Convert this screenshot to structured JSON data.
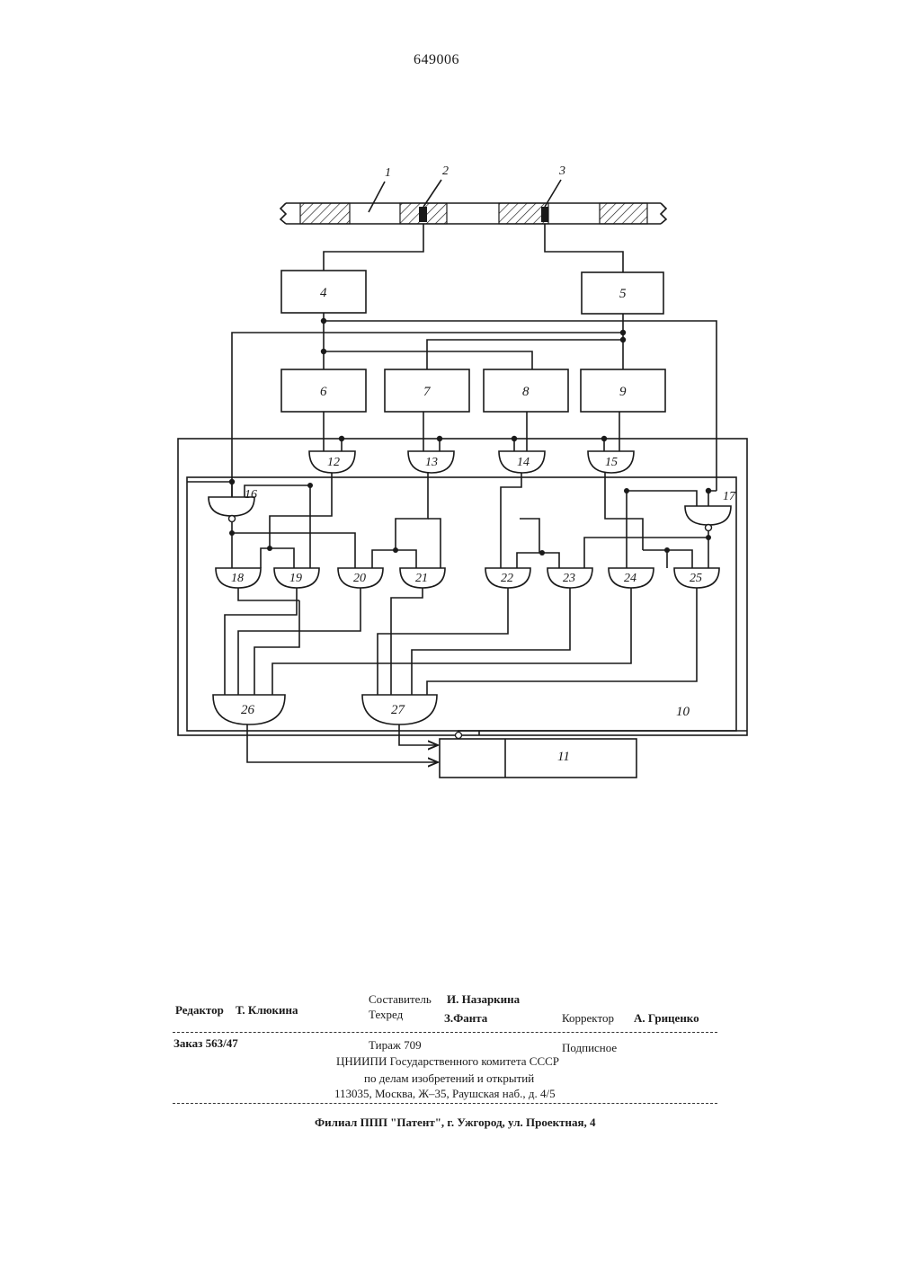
{
  "header": {
    "patent_number": "649006"
  },
  "diagram": {
    "labels": {
      "1": "1",
      "2": "2",
      "3": "3",
      "4": "4",
      "5": "5",
      "6": "6",
      "7": "7",
      "8": "8",
      "9": "9",
      "10": "10",
      "11": "11",
      "12": "12",
      "13": "13",
      "14": "14",
      "15": "15",
      "16": "16",
      "17": "17",
      "18": "18",
      "19": "19",
      "20": "20",
      "21": "21",
      "22": "22",
      "23": "23",
      "24": "24",
      "25": "25",
      "26": "26",
      "27": "27"
    }
  },
  "imprint": {
    "editor_label": "Редактор",
    "editor_name": "Т. Клюкина",
    "compiler_label": "Составитель",
    "compiler_name": "И. Назаркина",
    "techred_label": "Техред",
    "techred_name": "З.Фанта",
    "corrector_label": "Корректор",
    "corrector_name": "А. Гриценко",
    "order": "Заказ 563/47",
    "circulation": "Тираж 709",
    "subscription": "Подписное",
    "org_line1": "ЦНИИПИ Государственного комитета СССР",
    "org_line2": "по делам изобретений и открытий",
    "org_line3": "113035, Москва, Ж–35, Раушская наб., д. 4/5",
    "branch": "Филиал ППП \"Патент\", г. Ужгород, ул. Проектная, 4"
  }
}
